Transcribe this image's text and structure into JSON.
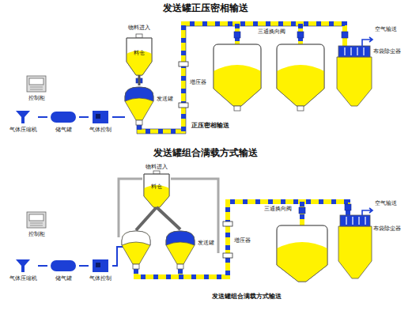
{
  "diagram": {
    "title": "发送罐正压密相输送",
    "caption": "发送罐组合满载方式输送",
    "nodes": [
      {
        "text": [
          "料仓"
        ]
      },
      {
        "text": [
          "发送罐"
        ]
      },
      {
        "text": [
          "控制柜"
        ]
      },
      {
        "text": [
          "气体压缩机"
        ]
      },
      {
        "text": [
          "储气罐"
        ]
      },
      {
        "text": [
          "气体控制"
        ]
      },
      {
        "text": [
          "料仓"
        ]
      },
      {
        "text": [
          "发送罐"
        ]
      },
      {
        "text": [
          "控制柜"
        ]
      },
      {
        "text": [
          "气体压缩机"
        ]
      },
      {
        "text": [
          "储气罐"
        ]
      },
      {
        "text": [
          "气体控制"
        ]
      }
    ],
    "edges": [
      {
        "from": 0,
        "to": 1,
        "arrow": "none"
      },
      {
        "from": 3,
        "to": 4,
        "arrow": "none"
      },
      {
        "from": 4,
        "to": 5,
        "arrow": "none"
      },
      {
        "from": 5,
        "to": 1,
        "arrow": "none"
      },
      {
        "from": 6,
        "to": 7,
        "arrow": "none"
      },
      {
        "from": 9,
        "to": 10,
        "arrow": "none"
      },
      {
        "from": 10,
        "to": 11,
        "arrow": "none"
      }
    ],
    "labels": [
      "物料进入",
      "增压器",
      "三通换向阀",
      "空气输送",
      "布袋除尘器",
      "正压密相输送",
      "发送罐组合满载方式输送",
      "物料进入",
      "增压器",
      "三通换向阀",
      "空气输送",
      "布袋除尘器"
    ]
  }
}
